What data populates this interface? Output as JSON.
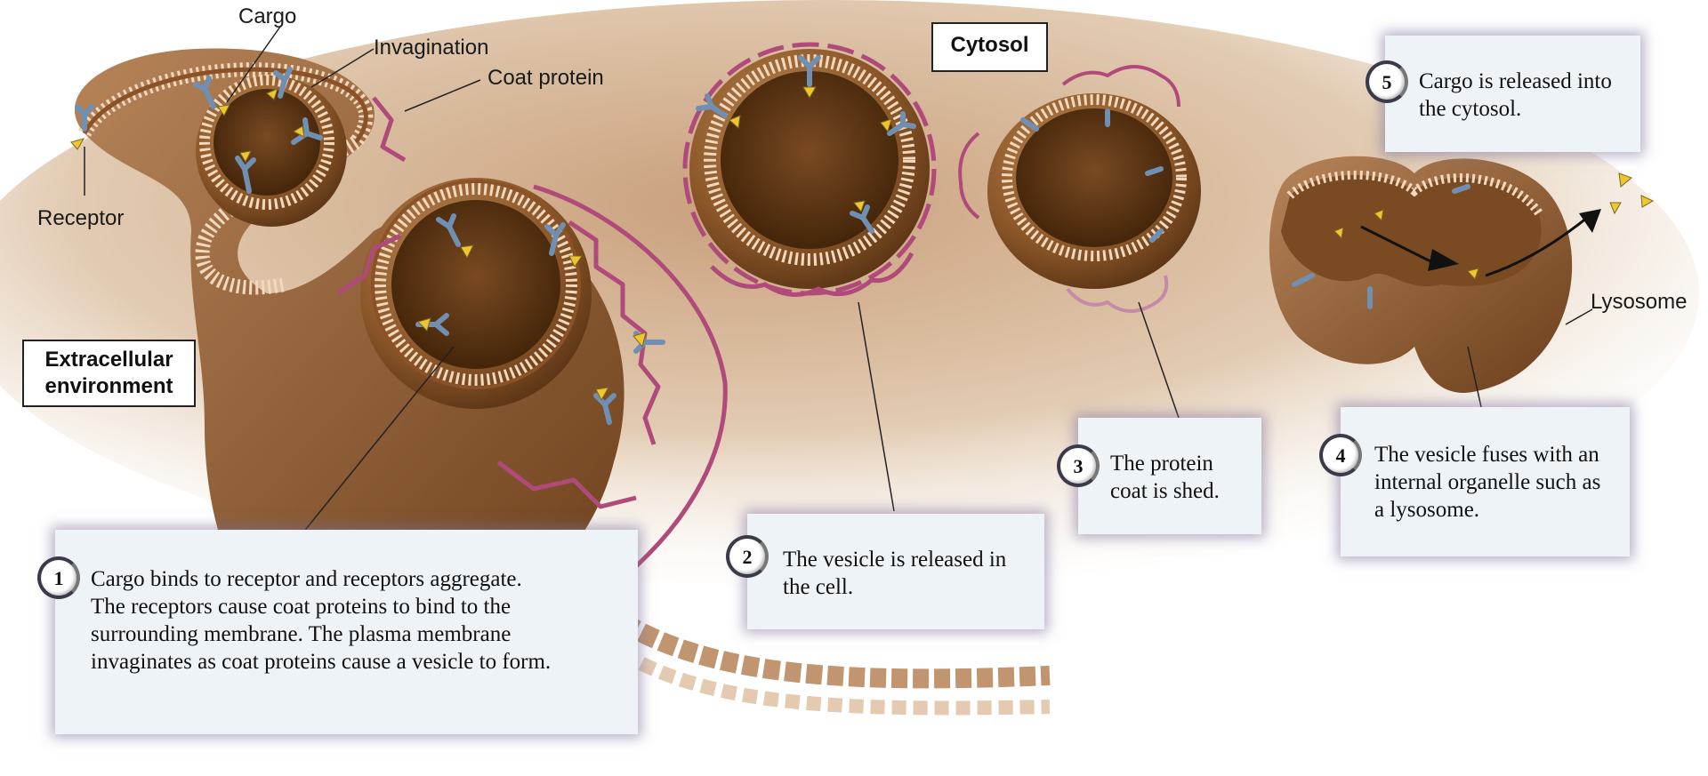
{
  "labels": {
    "cargo": "Cargo",
    "invagination": "Invagination",
    "coat_protein": "Coat protein",
    "receptor": "Receptor",
    "lysosome": "Lysosome",
    "extracellular": "Extracellular\nenvironment",
    "cytosol": "Cytosol"
  },
  "steps": [
    {
      "number": "1",
      "text": "Cargo binds to receptor and receptors aggregate.\nThe receptors cause coat proteins to bind to the\nsurrounding membrane. The plasma membrane\ninvaginates as coat proteins cause a vesicle to form."
    },
    {
      "number": "2",
      "text": "The vesicle is released in\nthe cell."
    },
    {
      "number": "3",
      "text": "The protein\ncoat is shed."
    },
    {
      "number": "4",
      "text": "The vesicle fuses with an\ninternal organelle such as\na lysosome."
    },
    {
      "number": "5",
      "text": "Cargo is released into\nthe cytosol."
    }
  ],
  "colors": {
    "membrane": "#a86a3c",
    "membrane_light": "#d9b48e",
    "coat": "#b04a7a",
    "receptor": "#6f8fb3",
    "cargo": "#f0c630",
    "box_bg": "#eef3f8"
  }
}
